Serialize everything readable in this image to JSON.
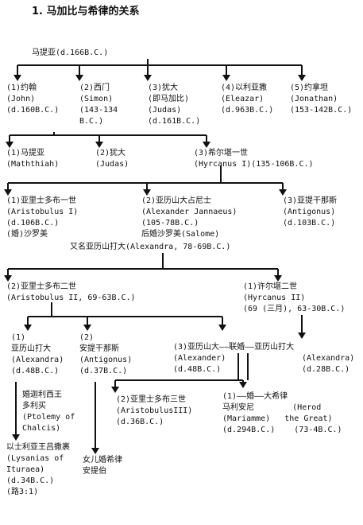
{
  "title": "1. 马加比与希律的关系",
  "gen0": {
    "mattathias": "马提亚(d.166B.C.)"
  },
  "gen1": [
    {
      "lines": [
        "(1)约翰",
        "(John)",
        "(d.160B.C.)"
      ]
    },
    {
      "lines": [
        "(2)西门",
        "(Simon)",
        "(143-134",
        "B.C.)"
      ]
    },
    {
      "lines": [
        "(3)犹大",
        "(即马加比)",
        "(Judas)",
        "(d.161B.C.)"
      ]
    },
    {
      "lines": [
        "(4)以利亚撒",
        "(Eleazar)",
        "(d.963B.C.)"
      ]
    },
    {
      "lines": [
        "(5)约拿坦",
        "(Jonathan)",
        "(153-142B.C.)"
      ]
    }
  ],
  "gen2": [
    {
      "lines": [
        "(1)马提亚",
        "(Maththiah)"
      ]
    },
    {
      "lines": [
        "(2)犹大",
        "(Judas)"
      ]
    },
    {
      "lines": [
        "(3)希尔堪一世",
        "(Hyrcanus I)(135-106B.C.)"
      ]
    }
  ],
  "gen3": [
    {
      "lines": [
        "(1)亚里士多布一世",
        "(Aristobulus I)",
        "(d.106B.C.)",
        "(婚)沙罗美"
      ]
    },
    {
      "lines": [
        "(2)亚历山大占尼士",
        "(Alexander Jannaeus)",
        "(105-78B.C.)",
        "后婚沙罗美(Salome)"
      ]
    },
    {
      "lines": [
        "(3)亚提干那斯",
        "(Antigonus)",
        "(d.103B.C.)"
      ]
    }
  ],
  "alexandra_queen": "又名亚历山打大(Alexandra, 78-69B.C.)",
  "gen4": [
    {
      "lines": [
        "(2)亚里士多布二世",
        "(Aristobulus II, 69-63B.C.)"
      ]
    },
    {
      "lines": [
        "(1)许尔堪二世",
        "(Hyrcanus II)",
        "(69 (三月), 63-30B.C.)"
      ]
    }
  ],
  "gen5": [
    {
      "lines": [
        "(1)",
        "亚历山打大",
        "(Alexandra)",
        "(d.48B.C.)"
      ]
    },
    {
      "lines": [
        "(2)",
        "安提干那斯",
        "(Antigonus)",
        "(d.37B.C.)"
      ]
    },
    {
      "lines": [
        "(3)亚历山大——联婚——亚历山打大",
        "(Alexander)",
        "(d.48B.C.)"
      ]
    },
    {
      "lines": [
        "(Alexandra)",
        "(d.28B.C.)"
      ]
    }
  ],
  "ptolemy": {
    "lines": [
      "婚迦利西王",
      "多利买",
      "(Ptolemy of",
      "Chalcis)"
    ]
  },
  "lysanias": {
    "lines": [
      "以士利亚王吕撒裹",
      "(Lysanias of",
      "Ituraea)",
      "(d.34B.C.)",
      "(路3:1)"
    ]
  },
  "daughter": {
    "lines": [
      "女儿婚希律",
      "安提伯"
    ]
  },
  "gen6": [
    {
      "lines": [
        "(2)亚里士多布三世",
        "(AristobulusIII)",
        "(d.36B.C.)"
      ]
    },
    {
      "lines": [
        "(1)——婚——大希律",
        "马利安尼        (Herod",
        "(Mariamme)   the Great)",
        "(d.294B.C.)    (73-4B.C.)"
      ]
    }
  ]
}
